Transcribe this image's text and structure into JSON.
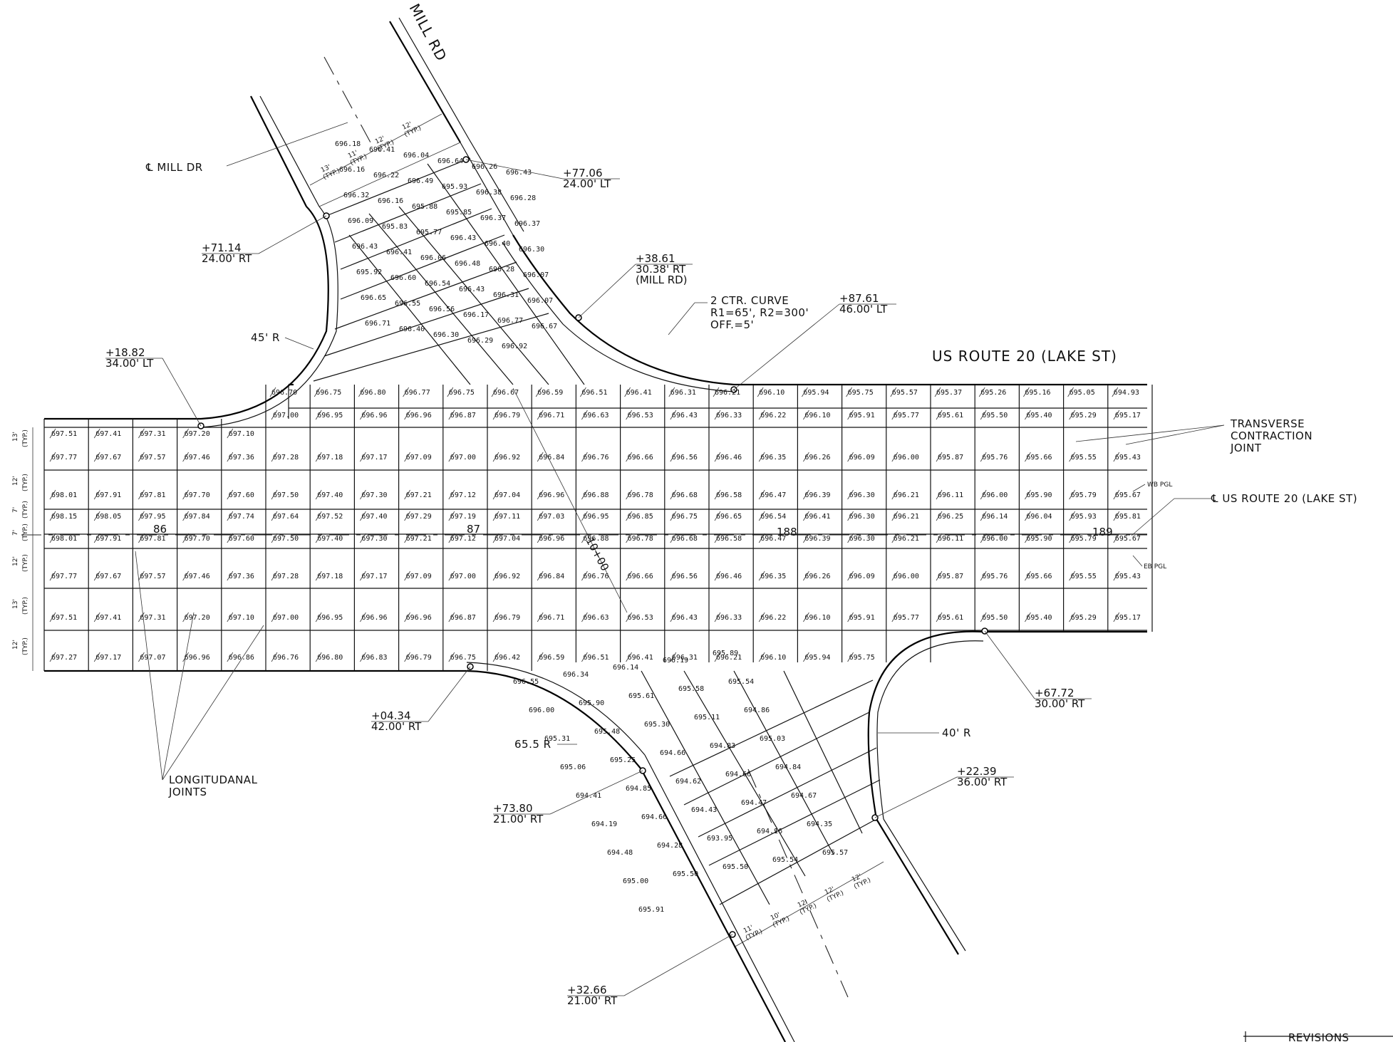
{
  "labels": {
    "mill_rd": "MILL RD",
    "mill_dr": "℄ MILL DR",
    "us_route": "US ROUTE 20 (LAKE ST)",
    "cl_us_route": "℄ US ROUTE 20 (LAKE ST)",
    "transverse_joint": [
      "TRANSVERSE",
      "CONTRACTION",
      "JOINT"
    ],
    "longitudinal_joints": [
      "LONGITUDANAL",
      "JOINTS"
    ],
    "wb_pgl": "WB PGL",
    "eb_pgl": "EB PGL",
    "curve_note": [
      "2 CTR. CURVE",
      "R1=65', R2=300'",
      "OFF.=5'"
    ],
    "radius_45": "45' R",
    "radius_65": "65.5 R",
    "radius_40": "40' R",
    "revisions": "REVISIONS"
  },
  "stations": {
    "s86": "86",
    "s87": "87",
    "s88": "188",
    "s89": "189",
    "s_diag": "10+00"
  },
  "callouts": [
    {
      "sta": "+77.06",
      "off": "24.00' LT"
    },
    {
      "sta": "+71.14",
      "off": "24.00' RT"
    },
    {
      "sta": "+38.61",
      "off": "30.38' RT",
      "extra": "(MILL RD)"
    },
    {
      "sta": "+87.61",
      "off": "46.00' LT"
    },
    {
      "sta": "+18.82",
      "off": "34.00' LT"
    },
    {
      "sta": "+04.34",
      "off": "42.00' RT"
    },
    {
      "sta": "+67.72",
      "off": "30.00' RT"
    },
    {
      "sta": "+22.39",
      "off": "36.00' RT"
    },
    {
      "sta": "+73.80",
      "off": "21.00' RT"
    },
    {
      "sta": "+32.66",
      "off": "21.00' RT"
    }
  ],
  "lane_widths_left": [
    "13'",
    "12'",
    "7'",
    "7'",
    "12'",
    "13'",
    "12'"
  ],
  "lane_typ": "(TYP.)",
  "mill_widths_top": [
    "13'",
    "11'",
    "12'",
    "12'"
  ],
  "mill_widths_bottom": [
    "11'",
    "10'",
    "12'",
    "12'",
    "12'"
  ],
  "main_grid": {
    "rows": [
      [
        "697.51",
        "697.41",
        "697.31",
        "697.20",
        "697.10",
        "",
        "",
        "",
        "",
        "",
        "",
        "",
        "",
        "",
        "",
        "",
        "",
        "",
        "",
        "",
        "",
        "",
        "",
        "",
        ""
      ],
      [
        "697.77",
        "697.67",
        "697.57",
        "697.46",
        "697.36",
        "697.28",
        "697.18",
        "697.17",
        "697.09",
        "697.00",
        "696.92",
        "696.84",
        "696.76",
        "696.66",
        "696.56",
        "696.46",
        "696.35",
        "696.26",
        "696.09",
        "696.00",
        "695.87",
        "695.76",
        "695.66",
        "695.55",
        "695.43"
      ],
      [
        "698.01",
        "697.91",
        "697.81",
        "697.70",
        "697.60",
        "697.50",
        "697.40",
        "697.30",
        "697.21",
        "697.12",
        "697.04",
        "696.96",
        "696.88",
        "696.78",
        "696.68",
        "696.58",
        "696.47",
        "696.39",
        "696.30",
        "696.21",
        "696.11",
        "696.00",
        "695.90",
        "695.79",
        "695.67"
      ],
      [
        "698.15",
        "698.05",
        "697.95",
        "697.84",
        "697.74",
        "697.64",
        "697.52",
        "697.40",
        "697.29",
        "697.19",
        "697.11",
        "697.03",
        "696.95",
        "696.85",
        "696.75",
        "696.65",
        "696.54",
        "696.41",
        "696.30",
        "696.21",
        "696.25",
        "696.14",
        "696.04",
        "695.93",
        "695.81"
      ],
      [
        "698.01",
        "697.91",
        "697.81",
        "697.70",
        "697.60",
        "697.50",
        "697.40",
        "697.30",
        "697.21",
        "697.12",
        "697.04",
        "696.96",
        "696.88",
        "696.78",
        "696.68",
        "696.58",
        "696.47",
        "696.39",
        "696.30",
        "696.21",
        "696.11",
        "696.00",
        "695.90",
        "695.79",
        "695.67"
      ],
      [
        "697.77",
        "697.67",
        "697.57",
        "697.46",
        "697.36",
        "697.28",
        "697.18",
        "697.17",
        "697.09",
        "697.00",
        "696.92",
        "696.84",
        "696.76",
        "696.66",
        "696.56",
        "696.46",
        "696.35",
        "696.26",
        "696.09",
        "696.00",
        "695.87",
        "695.76",
        "695.66",
        "695.55",
        "695.43"
      ],
      [
        "697.51",
        "697.41",
        "697.31",
        "697.20",
        "697.10",
        "697.00",
        "696.95",
        "696.96",
        "696.96",
        "696.87",
        "696.79",
        "696.71",
        "696.63",
        "696.53",
        "696.43",
        "696.33",
        "696.22",
        "696.10",
        "695.91",
        "695.77",
        "695.61",
        "695.50",
        "695.40",
        "695.29",
        "695.17"
      ],
      [
        "697.27",
        "697.17",
        "697.07",
        "696.96",
        "696.86",
        "696.76",
        "696.80",
        "696.83",
        "696.79",
        "696.75",
        "696.42",
        "696.59",
        "696.51",
        "696.41",
        "696.31",
        "696.21",
        "696.10",
        "695.94",
        "695.75",
        "",
        "",
        "",
        "",
        "",
        ""
      ]
    ],
    "top_row": [
      "",
      "",
      "",
      "",
      "",
      "696.70",
      "696.75",
      "696.80",
      "696.77",
      "696.75",
      "696.67",
      "696.59",
      "696.51",
      "696.41",
      "696.31",
      "696.21",
      "696.10",
      "695.94",
      "695.75",
      "695.57",
      "695.37",
      "695.26",
      "695.16",
      "695.05",
      "694.93"
    ],
    "second_row": [
      "",
      "",
      "",
      "",
      "",
      "697.00",
      "696.95",
      "696.96",
      "696.96",
      "696.87",
      "696.79",
      "696.71",
      "696.63",
      "696.53",
      "696.43",
      "696.33",
      "696.22",
      "696.10",
      "695.91",
      "695.77",
      "695.61",
      "695.50",
      "695.40",
      "695.29",
      "695.17"
    ]
  },
  "mill_top": [
    "696.18",
    "696.41",
    "696.04",
    "696.64",
    "696.26",
    "696.43",
    "696.16",
    "696.22",
    "696.49",
    "695.93",
    "696.38",
    "696.28",
    "696.32",
    "696.16",
    "695.88",
    "695.85",
    "696.37",
    "696.37",
    "696.09",
    "695.83",
    "695.77",
    "696.43",
    "696.40",
    "696.30",
    "696.43",
    "696.41",
    "696.06",
    "696.48",
    "696.28",
    "696.07",
    "695.92",
    "696.60",
    "696.54",
    "696.43",
    "696.31",
    "696.07",
    "696.65",
    "696.55",
    "696.56",
    "696.17",
    "696.77",
    "696.67",
    "696.71",
    "696.40",
    "696.30",
    "696.29",
    "696.92"
  ],
  "mill_bottom": [
    "696.55",
    "696.34",
    "696.14",
    "696.19",
    "695.89",
    "696.00",
    "695.90",
    "695.61",
    "695.58",
    "695.54",
    "695.31",
    "695.48",
    "695.30",
    "695.11",
    "694.86",
    "695.06",
    "695.25",
    "694.66",
    "694.83",
    "695.03",
    "694.41",
    "694.85",
    "694.62",
    "694.66",
    "694.84",
    "694.19",
    "694.66",
    "694.43",
    "694.47",
    "694.67",
    "694.48",
    "694.28",
    "693.95",
    "694.16",
    "694.35",
    "695.00",
    "695.50",
    "695.50",
    "695.54",
    "695.57",
    "695.91"
  ]
}
